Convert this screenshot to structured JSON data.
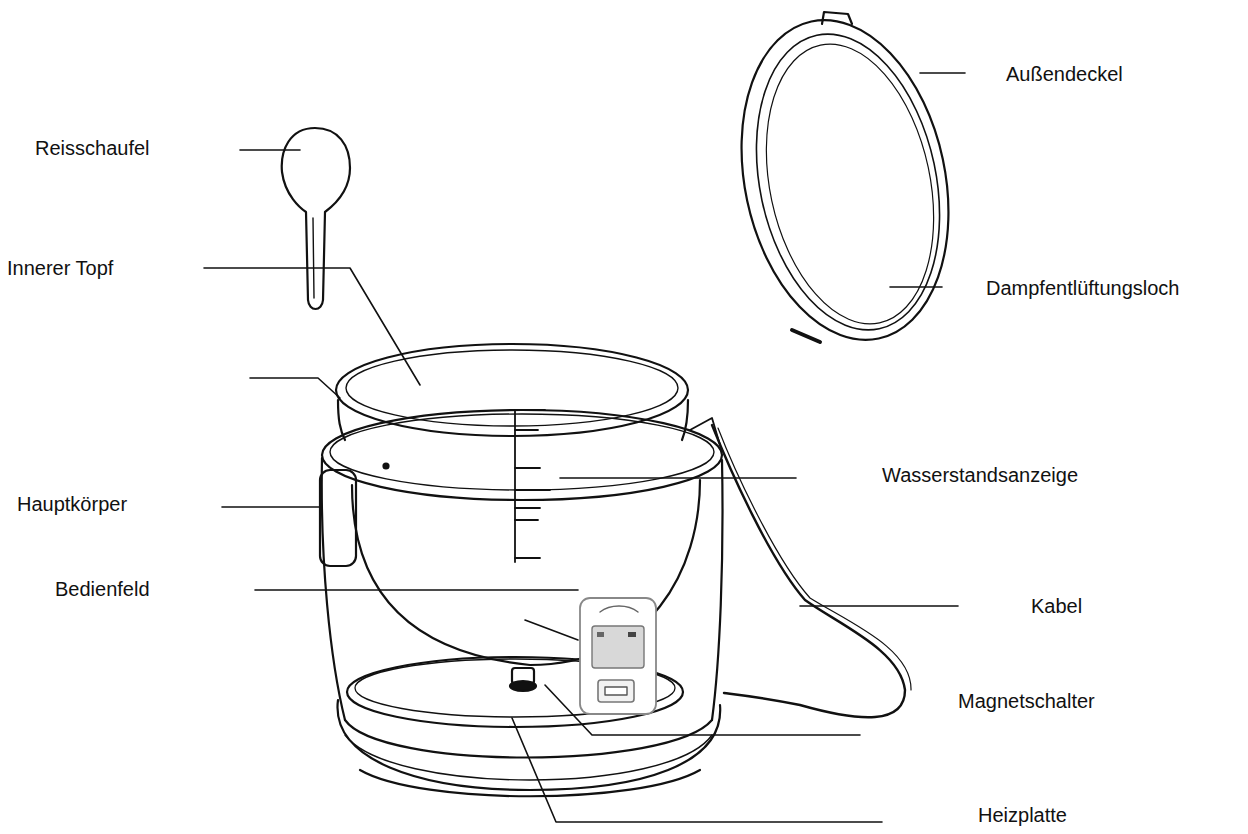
{
  "diagram": {
    "labels": [
      "Außendeckel",
      "Reisschaufel",
      "Innerer Topf",
      "Dampfentlüftungsloch",
      "Wasserstandsanzeige",
      "Hauptkörper",
      "Bedienfeld",
      "Kabel",
      "Magnetschalter",
      "Heizplatte"
    ]
  }
}
